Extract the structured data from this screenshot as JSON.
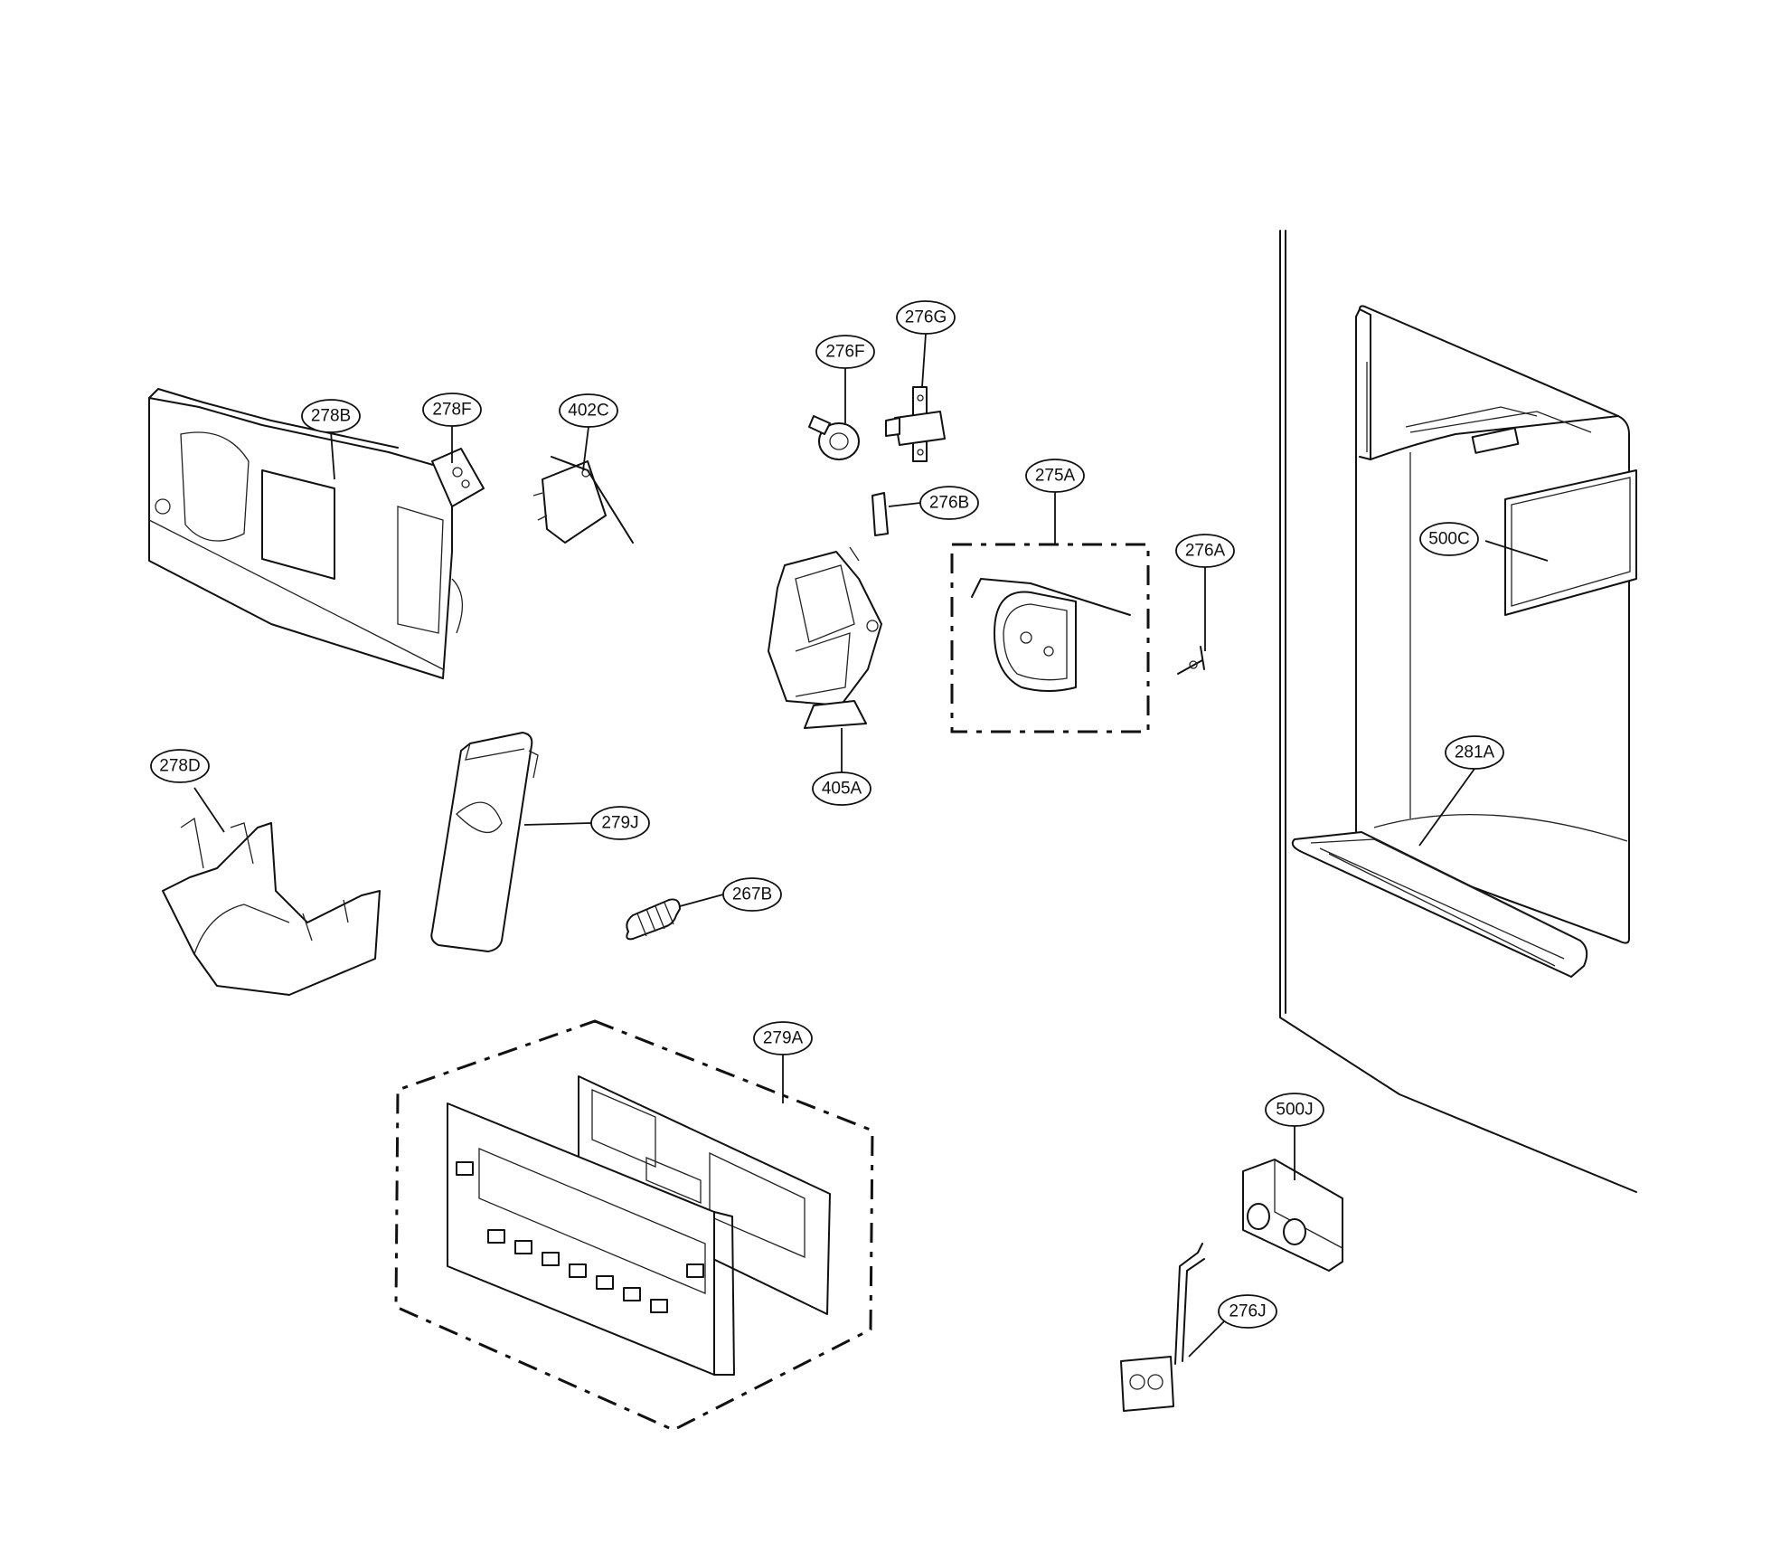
{
  "callouts": {
    "c278B": "278B",
    "c278F": "278F",
    "c402C": "402C",
    "c276F": "276F",
    "c276G": "276G",
    "c276B": "276B",
    "c275A": "275A",
    "c276A": "276A",
    "c500C": "500C",
    "c405A": "405A",
    "c278D": "278D",
    "c279J": "279J",
    "c267B": "267B",
    "c281A": "281A",
    "c279A": "279A",
    "c500J": "500J",
    "c276J": "276J"
  }
}
